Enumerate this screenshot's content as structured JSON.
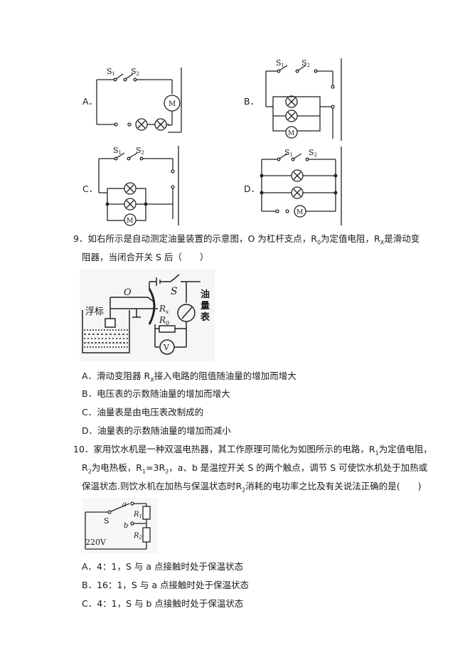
{
  "q8": {
    "circuits": [
      {
        "label": "A．",
        "s1": "S1",
        "s2": "S2",
        "motor": "M"
      },
      {
        "label": "B．",
        "s1": "S1",
        "s2": "S2",
        "motor": "M"
      },
      {
        "label": "C．",
        "s1": "S1",
        "s2": "S2",
        "motor": "M"
      },
      {
        "label": "D．",
        "s1": "S1",
        "s2": "S2",
        "motor": "M"
      }
    ]
  },
  "q9": {
    "line1": "9．如右所示是自动测定油量装置的示意图，O 为杠杆支点，R",
    "line1_sub0": "0",
    "line1_mid": "为定值电阻，R",
    "line1_subx": "X",
    "line1_end": "是滑动变",
    "line2": "阻器，当闭合开关 S 后（　　）",
    "figure": {
      "float_label": "浮标",
      "o_label": "O",
      "s_label": "S",
      "rx_label": "R",
      "rx_sub": "x",
      "r0_label": "R",
      "r0_sub": "0",
      "meter_label": "油量表",
      "v_label": "V"
    },
    "options": [
      "A．滑动变阻器 R",
      "B．电压表的示数随油量的增加而增大",
      "C．油量表是由电压表改制成的",
      "D．油量表的示数随油量的增加而减小"
    ],
    "optA_sub": "X",
    "optA_rest": "接入电路的阻值随油量的增加而增大"
  },
  "q10": {
    "line1_a": "10．家用饮水机是一种双温电热器，其工作原理可简化为如图所示的电路，R",
    "line1_sub": "1",
    "line1_b": "为定值电阻，",
    "line2_a": "R",
    "line2_sub": "2",
    "line2_b": "为电热板，R",
    "line2_sub2": "1",
    "line2_c": "=3R",
    "line2_sub3": "2",
    "line2_d": "，a、b 是温控开关 S 的两个触点，调节 S 可使饮水机处于加热或",
    "line3_a": "保温状态.则饮水机在加热与保温状态时R",
    "line3_sub": "2",
    "line3_b": "消耗的电功率之比及有关说法正确的是(　　)",
    "figure": {
      "a": "a",
      "b": "b",
      "s": "S",
      "r1": "R",
      "r1_sub": "1",
      "r2": "R",
      "r2_sub": "2",
      "voltage": "220V"
    },
    "options": [
      "A．4：1，S 与 a 点接触时处于保温状态",
      "B．16：1，S 与 a 点接触时处于保温状态",
      "C．4：1，S 与 b 点接触时处于保温状态"
    ]
  }
}
